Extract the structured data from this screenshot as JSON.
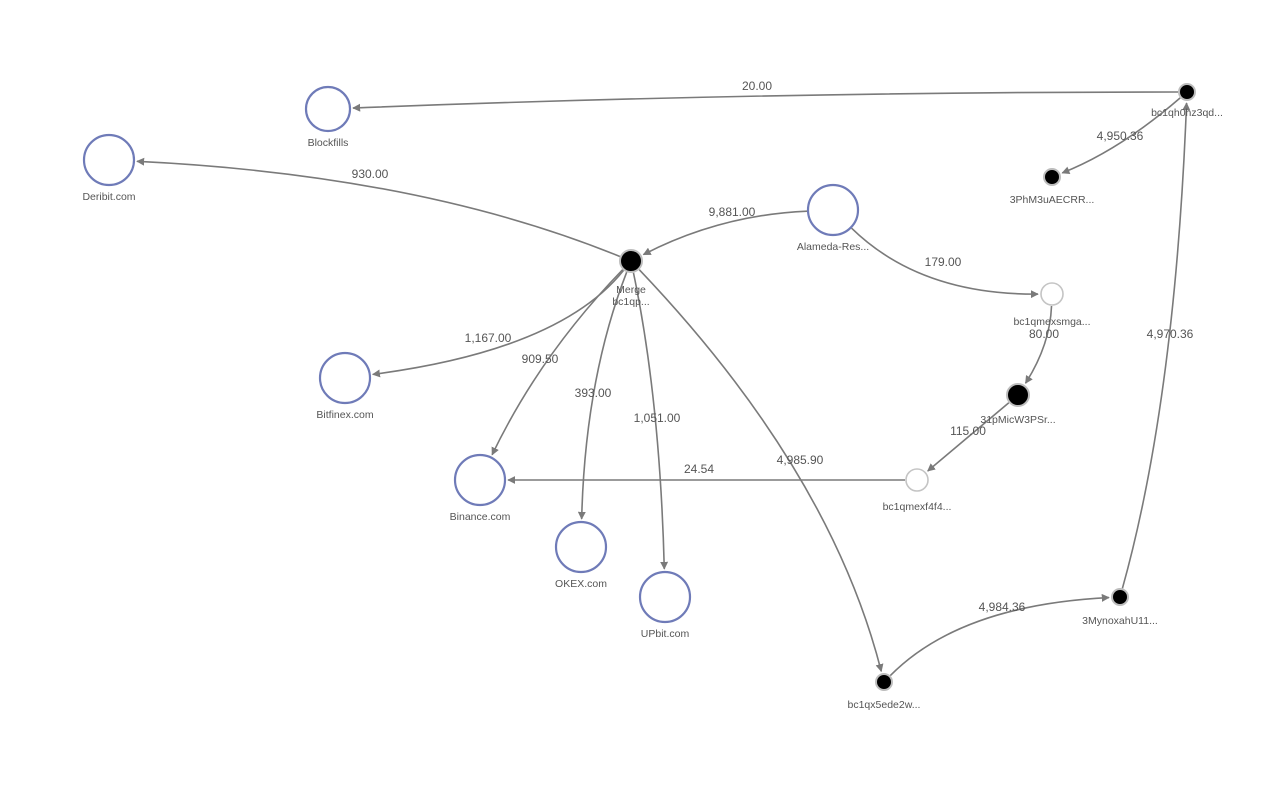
{
  "graph": {
    "nodes": [
      {
        "id": "blockfills",
        "kind": "entity",
        "label": [
          "Blockfills"
        ]
      },
      {
        "id": "deribit",
        "kind": "entity",
        "label": [
          "Deribit.com"
        ]
      },
      {
        "id": "bitfinex",
        "kind": "entity",
        "label": [
          "Bitfinex.com"
        ]
      },
      {
        "id": "binance",
        "kind": "entity",
        "label": [
          "Binance.com"
        ]
      },
      {
        "id": "okex",
        "kind": "entity",
        "label": [
          "OKEX.com"
        ]
      },
      {
        "id": "upbit",
        "kind": "entity",
        "label": [
          "UPbit.com"
        ]
      },
      {
        "id": "alameda",
        "kind": "entity",
        "label": [
          "Alameda-Res..."
        ]
      },
      {
        "id": "merge",
        "kind": "address",
        "label": [
          "Merge",
          "bc1qp..."
        ]
      },
      {
        "id": "bc1qh0",
        "kind": "address",
        "label": [
          "bc1qh0hz3qd..."
        ]
      },
      {
        "id": "3phm",
        "kind": "address",
        "label": [
          "3PhM3uAECRR..."
        ]
      },
      {
        "id": "bc1qmexs",
        "kind": "address-empty",
        "label": [
          "bc1qmexsmga..."
        ]
      },
      {
        "id": "31pm",
        "kind": "address",
        "label": [
          "31pMicW3PSr..."
        ]
      },
      {
        "id": "bc1qmexf",
        "kind": "address-empty",
        "label": [
          "bc1qmexf4f4..."
        ]
      },
      {
        "id": "3myn",
        "kind": "address",
        "label": [
          "3MynoxahU11..."
        ]
      },
      {
        "id": "bc1qx5",
        "kind": "address",
        "label": [
          "bc1qx5ede2w..."
        ]
      }
    ],
    "edges": [
      {
        "id": "bc1qh0-blockfills",
        "from": "bc1qh0",
        "to": "blockfills",
        "label": "20.00"
      },
      {
        "id": "bc1qh0-3phm",
        "from": "bc1qh0",
        "to": "3phm",
        "label": "4,950.36"
      },
      {
        "id": "merge-deribit",
        "from": "merge",
        "to": "deribit",
        "label": "930.00"
      },
      {
        "id": "alameda-merge",
        "from": "alameda",
        "to": "merge",
        "label": "9,881.00"
      },
      {
        "id": "alameda-bc1qmexs",
        "from": "alameda",
        "to": "bc1qmexs",
        "label": "179.00"
      },
      {
        "id": "merge-bitfinex",
        "from": "merge",
        "to": "bitfinex",
        "label": "1,167.00"
      },
      {
        "id": "merge-binance",
        "from": "merge",
        "to": "binance",
        "label": "909.50"
      },
      {
        "id": "merge-okex",
        "from": "merge",
        "to": "okex",
        "label": "393.00"
      },
      {
        "id": "merge-upbit",
        "from": "merge",
        "to": "upbit",
        "label": "1,051.00"
      },
      {
        "id": "merge-bc1qx5",
        "from": "merge",
        "to": "bc1qx5",
        "label": "4,985.90"
      },
      {
        "id": "bc1qmexs-31pm",
        "from": "bc1qmexs",
        "to": "31pm",
        "label": "80.00"
      },
      {
        "id": "31pm-bc1qmexf",
        "from": "31pm",
        "to": "bc1qmexf",
        "label": "115.00"
      },
      {
        "id": "bc1qmexf-binance",
        "from": "bc1qmexf",
        "to": "binance",
        "label": "24.54"
      },
      {
        "id": "bc1qx5-3myn",
        "from": "bc1qx5",
        "to": "3myn",
        "label": "4,984.36"
      },
      {
        "id": "3myn-bc1qh0",
        "from": "3myn",
        "to": "bc1qh0",
        "label": "4,970.36"
      }
    ]
  }
}
